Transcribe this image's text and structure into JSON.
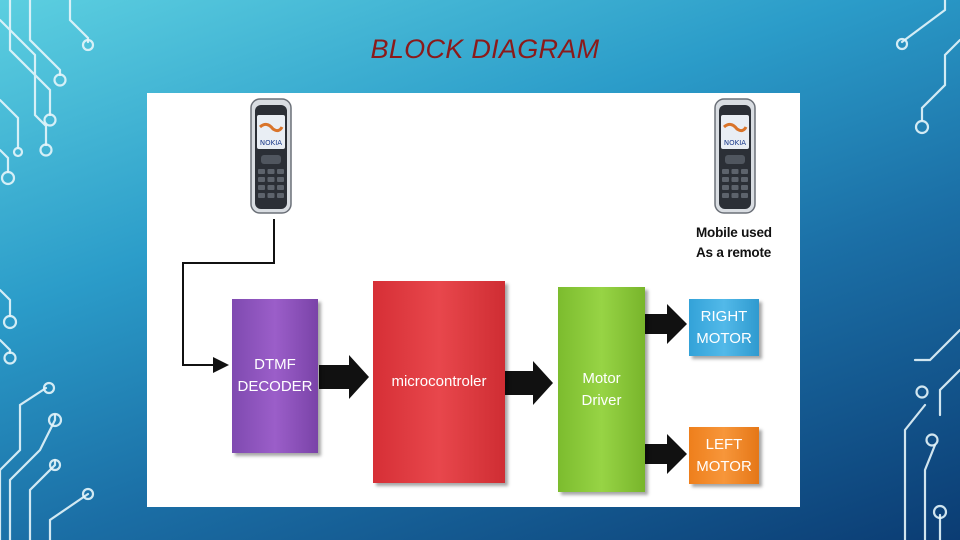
{
  "slide": {
    "title": "BLOCK DIAGRAM"
  },
  "diagram": {
    "blocks": {
      "dtmf": {
        "line1": "DTMF",
        "line2": "DECODER",
        "color": "#8e56bf"
      },
      "microcontroller": {
        "label": "microcontroler",
        "color": "#e03c41"
      },
      "motor_driver": {
        "line1": "Motor",
        "line2": "Driver",
        "color": "#8ac83a"
      },
      "right_motor": {
        "line1": "RIGHT",
        "line2": "MOTOR",
        "color": "#42ade0"
      },
      "left_motor": {
        "line1": "LEFT",
        "line2": "MOTOR",
        "color": "#f28a2a"
      }
    },
    "remote_note": {
      "line1": "Mobile used",
      "line2": "As a remote"
    },
    "phone_brand": "NOKIA",
    "icons": [
      "mobile-phone-icon",
      "mobile-phone-icon"
    ]
  }
}
